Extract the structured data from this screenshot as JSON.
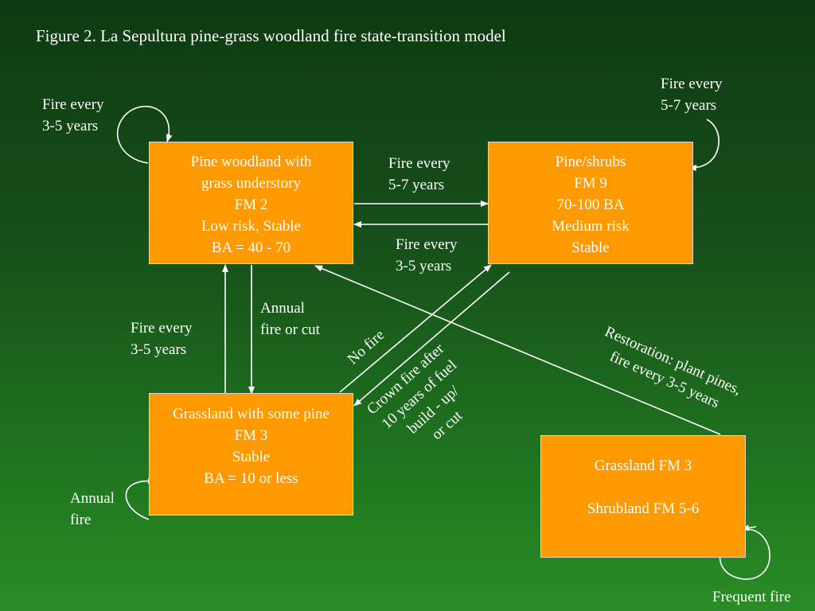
{
  "title": "Figure 2.  La Sepultura pine-grass woodland fire state-transition model",
  "states": {
    "pine_woodland": [
      "Pine woodland with",
      "grass understory",
      "FM 2",
      "Low risk, Stable",
      "BA = 40 - 70"
    ],
    "pine_shrubs": [
      "Pine/shrubs",
      "FM 9",
      "70-100 BA",
      "Medium risk",
      "Stable"
    ],
    "grassland_pine": [
      "Grassland with some pine",
      "FM 3",
      "Stable",
      "BA = 10 or less"
    ],
    "grassland_shrubland": [
      "Grassland FM 3",
      "",
      "Shrubland FM 5-6"
    ]
  },
  "transitions": {
    "loop_pine_woodland": [
      "Fire every",
      "3-5 years"
    ],
    "loop_pine_shrubs": [
      "Fire every",
      "5-7 years"
    ],
    "woodland_to_shrubs": [
      "Fire every",
      "5-7 years"
    ],
    "shrubs_to_woodland": [
      "Fire every",
      "3-5 years"
    ],
    "grassland_to_woodland": [
      "Fire every",
      "3-5 years"
    ],
    "woodland_to_grassland": [
      "Annual",
      "fire or cut"
    ],
    "grassland_to_shrubs": "No fire",
    "shrubs_to_grassland": [
      "Crown fire after",
      "10 years of fuel",
      "build - up/",
      "or cut"
    ],
    "restoration": [
      "Restoration: plant pines,",
      "fire every 3-5 years"
    ],
    "loop_grassland": [
      "Annual",
      "fire"
    ],
    "loop_grassland_shrubland": "Frequent fire"
  },
  "colors": {
    "state_box": "#ff9900",
    "text": "#ffffff",
    "arrow": "#ffffff"
  }
}
